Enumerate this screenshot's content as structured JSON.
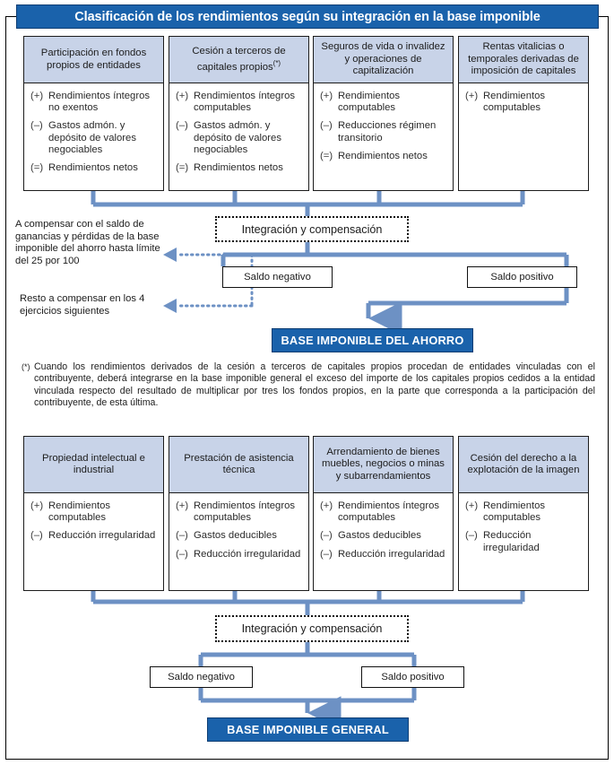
{
  "title": "Clasificación de los rendimientos según su integración en la base imponible",
  "colors": {
    "brand_blue": "#1a62ab",
    "header_fill": "#c8d3e8",
    "connector_blue": "#6d91c4",
    "text": "#1c1c1c"
  },
  "savings_section": {
    "categories": [
      {
        "header": "Participación en fondos propios de entidades",
        "items": [
          {
            "sign": "(+)",
            "text": "Rendimientos íntegros no exentos"
          },
          {
            "sign": "(–)",
            "text": "Gastos admón. y depósito de valores negociables"
          },
          {
            "sign": "(=)",
            "text": "Rendimientos netos"
          }
        ]
      },
      {
        "header": "Cesión a terceros de capitales propios",
        "header_footnote": "(*)",
        "items": [
          {
            "sign": "(+)",
            "text": "Rendimientos íntegros computables"
          },
          {
            "sign": "(–)",
            "text": "Gastos admón. y depósito de valores negociables"
          },
          {
            "sign": "(=)",
            "text": "Rendimientos netos"
          }
        ]
      },
      {
        "header": "Seguros de vida o invalidez y operaciones de capitalización",
        "items": [
          {
            "sign": "(+)",
            "text": "Rendimientos computables"
          },
          {
            "sign": "(–)",
            "text": "Reducciones régimen transitorio"
          },
          {
            "sign": "(=)",
            "text": "Rendimientos netos"
          }
        ]
      },
      {
        "header": "Rentas vitalicias o temporales derivadas de imposición de capitales",
        "items": [
          {
            "sign": "(+)",
            "text": "Rendimientos computables"
          }
        ]
      }
    ],
    "integration_label": "Integración y compensación",
    "negative_balance_label": "Saldo negativo",
    "positive_balance_label": "Saldo positivo",
    "note_1": "A compensar con el saldo de ganancias y pérdidas de la base imponible del ahorro hasta límite del 25 por 100",
    "note_2": "Resto a compensar en los 4 ejercicios siguientes",
    "result_label": "BASE IMPONIBLE DEL AHORRO"
  },
  "footnote": {
    "marker": "(*)",
    "text": "Cuando los rendimientos derivados de la cesión a terceros de capitales propios procedan de entidades vinculadas con el contribuyente, deberá integrarse en la base imponible general el exceso del importe de los capitales propios cedidos a la entidad vinculada respecto del resultado de multiplicar por tres los fondos propios, en la parte que corresponda a la participación del contribuyente, de esta última."
  },
  "general_section": {
    "categories": [
      {
        "header": "Propiedad intelectual e industrial",
        "items": [
          {
            "sign": "(+)",
            "text": "Rendimientos computables"
          },
          {
            "sign": "(–)",
            "text": "Reducción irregularidad"
          }
        ]
      },
      {
        "header": "Prestación de asistencia técnica",
        "items": [
          {
            "sign": "(+)",
            "text": "Rendimientos íntegros computables"
          },
          {
            "sign": "(–)",
            "text": "Gastos deducibles"
          },
          {
            "sign": "(–)",
            "text": "Reducción irregularidad"
          }
        ]
      },
      {
        "header": "Arrendamiento de bienes muebles, negocios o minas y subarrendamientos",
        "items": [
          {
            "sign": "(+)",
            "text": "Rendimientos íntegros computables"
          },
          {
            "sign": "(–)",
            "text": "Gastos deducibles"
          },
          {
            "sign": "(–)",
            "text": "Reducción irregularidad"
          }
        ]
      },
      {
        "header": "Cesión del derecho a la explotación de la imagen",
        "items": [
          {
            "sign": "(+)",
            "text": "Rendimientos computables"
          },
          {
            "sign": "(–)",
            "text": "Reducción irregularidad"
          }
        ]
      }
    ],
    "integration_label": "Integración y compensación",
    "negative_balance_label": "Saldo negativo",
    "positive_balance_label": "Saldo positivo",
    "result_label": "BASE IMPONIBLE GENERAL"
  }
}
